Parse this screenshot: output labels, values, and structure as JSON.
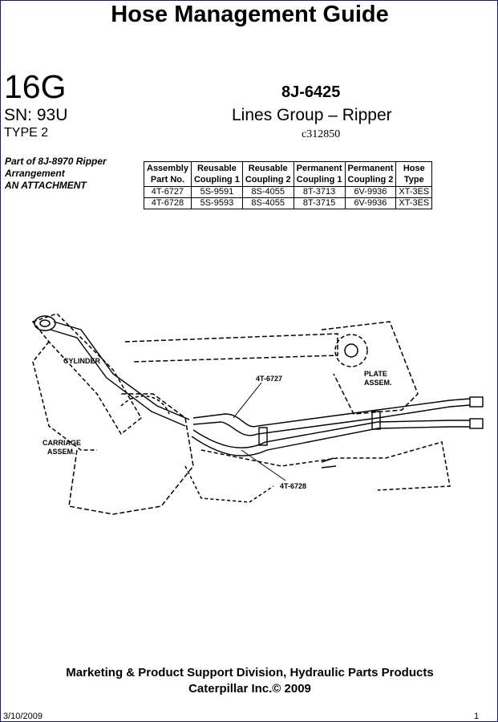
{
  "document": {
    "title": "Hose Management Guide",
    "model": "16G",
    "part_number": "8J-6425",
    "serial": "SN: 93U",
    "group_name": "Lines Group – Ripper",
    "type": "TYPE 2",
    "illustration_id": "c312850",
    "note_line1": "Part of 8J-8970 Ripper",
    "note_line2": "Arrangement",
    "note_line3": "AN ATTACHMENT"
  },
  "table": {
    "headers": [
      [
        "Assembly",
        "Part No."
      ],
      [
        "Reusable",
        "Coupling 1"
      ],
      [
        "Reusable",
        "Coupling 2"
      ],
      [
        "Permanent",
        "Coupling 1"
      ],
      [
        "Permanent",
        "Coupling 2"
      ],
      [
        "Hose",
        "Type"
      ]
    ],
    "rows": [
      [
        "4T-6727",
        "5S-9591",
        "8S-4055",
        "8T-3713",
        "6V-9936",
        "XT-3ES"
      ],
      [
        "4T-6728",
        "5S-9593",
        "8S-4055",
        "8T-3715",
        "6V-9936",
        "XT-3ES"
      ]
    ]
  },
  "diagram": {
    "label_cylinder": "CYLINDER",
    "label_plate_1": "PLATE",
    "label_plate_2": "ASSEM.",
    "label_carriage_1": "CARRIAGE",
    "label_carriage_2": "ASSEM.",
    "callout_upper": "4T-6727",
    "callout_lower": "4T-6728"
  },
  "footer": {
    "line1": "Marketing & Product Support Division, Hydraulic Parts Products",
    "line2": "Caterpillar Inc.© 2009",
    "date": "3/10/2009",
    "page": "1"
  }
}
